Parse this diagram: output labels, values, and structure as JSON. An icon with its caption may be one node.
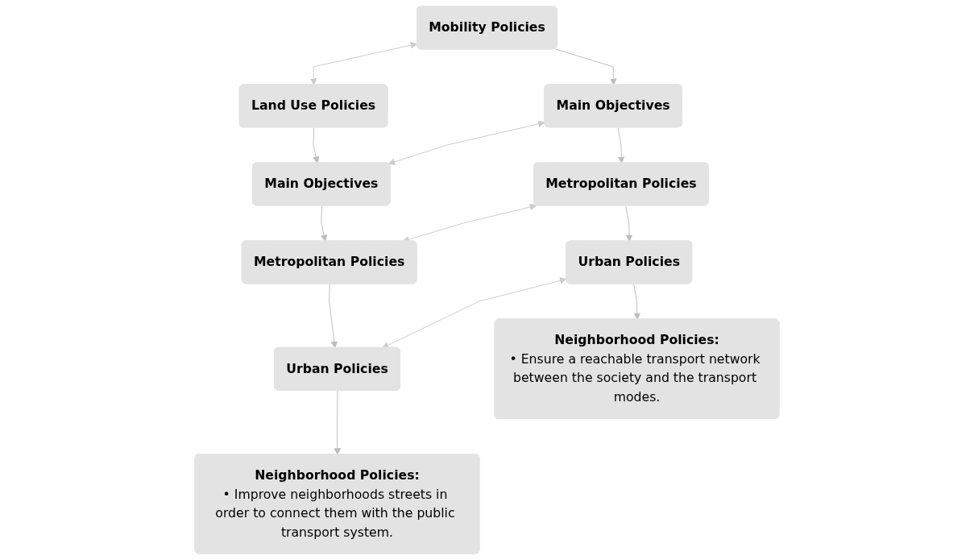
{
  "diagram": {
    "nodes": [
      {
        "text": [
          "Mobility Policies"
        ]
      },
      {
        "text": [
          "Land Use Policies"
        ]
      },
      {
        "text": [
          "Main Objectives"
        ]
      },
      {
        "text": [
          "Main Objectives"
        ]
      },
      {
        "text": [
          "Metropolitan Policies"
        ]
      },
      {
        "text": [
          "Metropolitan Policies"
        ]
      },
      {
        "text": [
          "Urban Policies"
        ]
      },
      {
        "text": [
          "Urban Policies"
        ]
      },
      {
        "text": [
          "Neighborhood Policies:",
          "• Ensure a reachable transport network between the society and the transport modes."
        ]
      },
      {
        "text": [
          "Neighborhood Policies:",
          "• Improve neighborhoods streets in order to connect them with the public transport system."
        ]
      }
    ],
    "edges": [
      {
        "from": 0,
        "to": 1,
        "arrow": "both",
        "color": "#cccccc"
      },
      {
        "from": 0,
        "to": 2,
        "arrow": "to"
      },
      {
        "from": 1,
        "to": 3,
        "arrow": "to"
      },
      {
        "from": 2,
        "to": 3,
        "arrow": "both",
        "color": "#cccccc"
      },
      {
        "from": 2,
        "to": 4,
        "arrow": "to"
      },
      {
        "from": 3,
        "to": 5,
        "arrow": "to"
      },
      {
        "from": 4,
        "to": 5,
        "arrow": "both",
        "color": "#cccccc"
      },
      {
        "from": 4,
        "to": 6,
        "arrow": "to"
      },
      {
        "from": 5,
        "to": 7,
        "arrow": "to"
      },
      {
        "from": 6,
        "to": 7,
        "arrow": "both",
        "color": "#cccccc"
      },
      {
        "from": 6,
        "to": 8,
        "arrow": "to"
      },
      {
        "from": 7,
        "to": 9,
        "arrow": "to"
      }
    ]
  }
}
